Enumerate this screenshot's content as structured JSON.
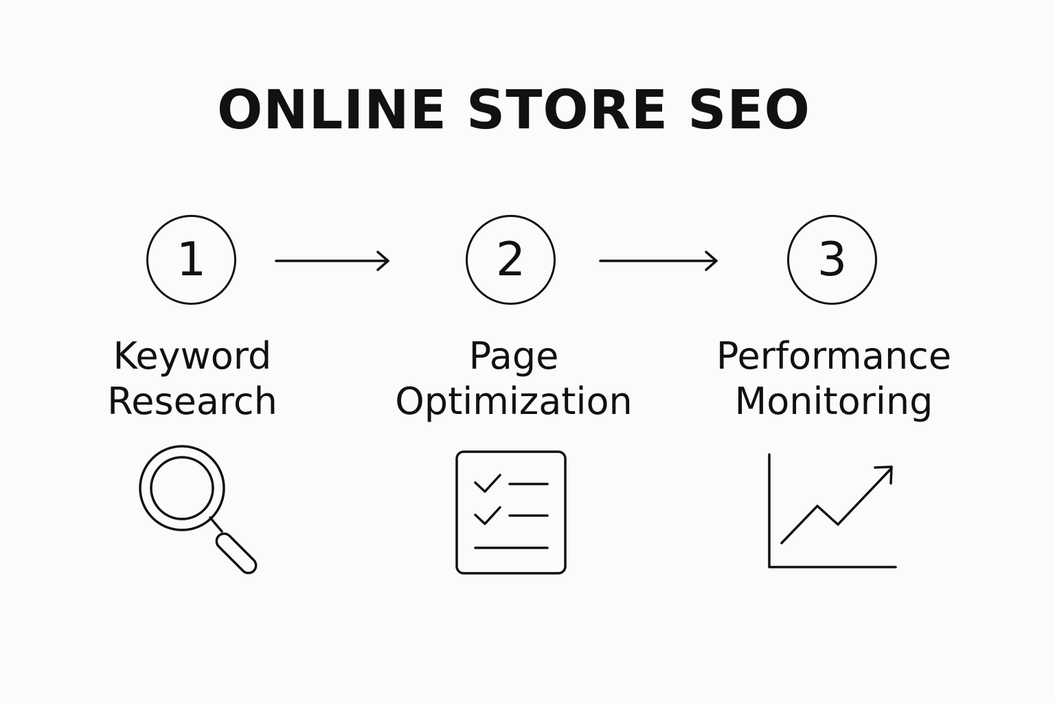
{
  "title": "ONLINE STORE SEO",
  "steps": [
    {
      "number": "1",
      "label_line1": "Keyword",
      "label_line2": "Research",
      "icon": "magnifying-glass-icon"
    },
    {
      "number": "2",
      "label_line1": "Page",
      "label_line2": "Optimization",
      "icon": "checklist-icon"
    },
    {
      "number": "3",
      "label_line1": "Performance",
      "label_line2": "Monitoring",
      "icon": "growth-chart-icon"
    }
  ],
  "colors": {
    "background": "#fbfbf9",
    "ink": "#111111"
  }
}
